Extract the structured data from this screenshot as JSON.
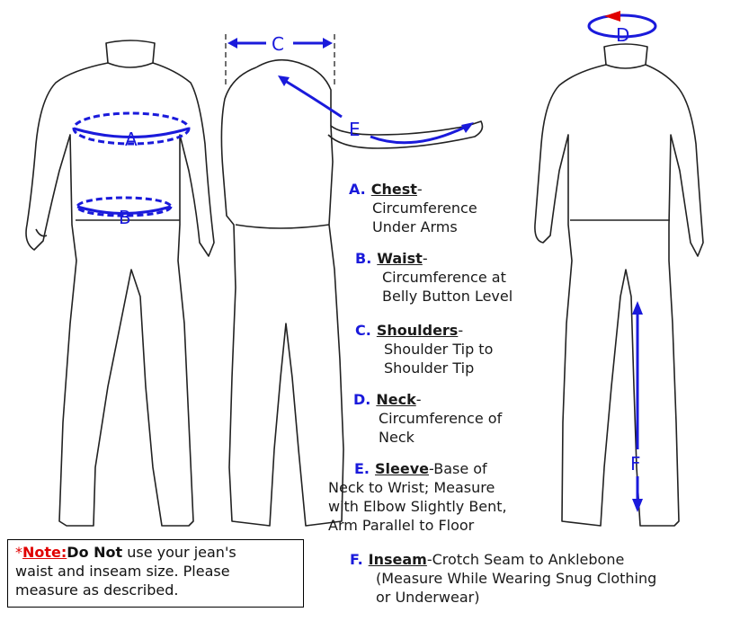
{
  "markers": {
    "A": "A",
    "B": "B",
    "C": "C",
    "D": "D",
    "E": "E",
    "F": "F"
  },
  "legend": [
    {
      "letter": "A.",
      "term": "Chest",
      "desc_lines": [
        "Circumference",
        "Under Arms"
      ]
    },
    {
      "letter": "B.",
      "term": "Waist",
      "desc_lines": [
        "Circumference at",
        "Belly Button Level"
      ]
    },
    {
      "letter": "C.",
      "term": "Shoulders",
      "desc_lines": [
        "Shoulder Tip to",
        "Shoulder Tip"
      ]
    },
    {
      "letter": "D.",
      "term": "Neck",
      "desc_lines": [
        "Circumference of",
        "Neck"
      ]
    },
    {
      "letter": "E.",
      "term": "Sleeve",
      "first_line_tail": "Base of",
      "desc_lines": [
        "Neck to Wrist; Measure",
        "with Elbow Slightly Bent,",
        "Arm Parallel to Floor"
      ]
    },
    {
      "letter": "F.",
      "term": "Inseam",
      "first_line_tail": "Crotch Seam to Anklebone",
      "desc_lines": [
        "(Measure While Wearing Snug Clothing",
        "or Underwear)"
      ]
    }
  ],
  "note": {
    "asterisk": "*",
    "label": "Note:",
    "emphasis": "Do Not",
    "line1_tail": " use your jean's",
    "line2": "waist and inseam size. Please",
    "line3": "measure as described."
  },
  "colors": {
    "measure_blue": "#1a1adb",
    "note_red": "#e00000",
    "outline": "#222222"
  }
}
